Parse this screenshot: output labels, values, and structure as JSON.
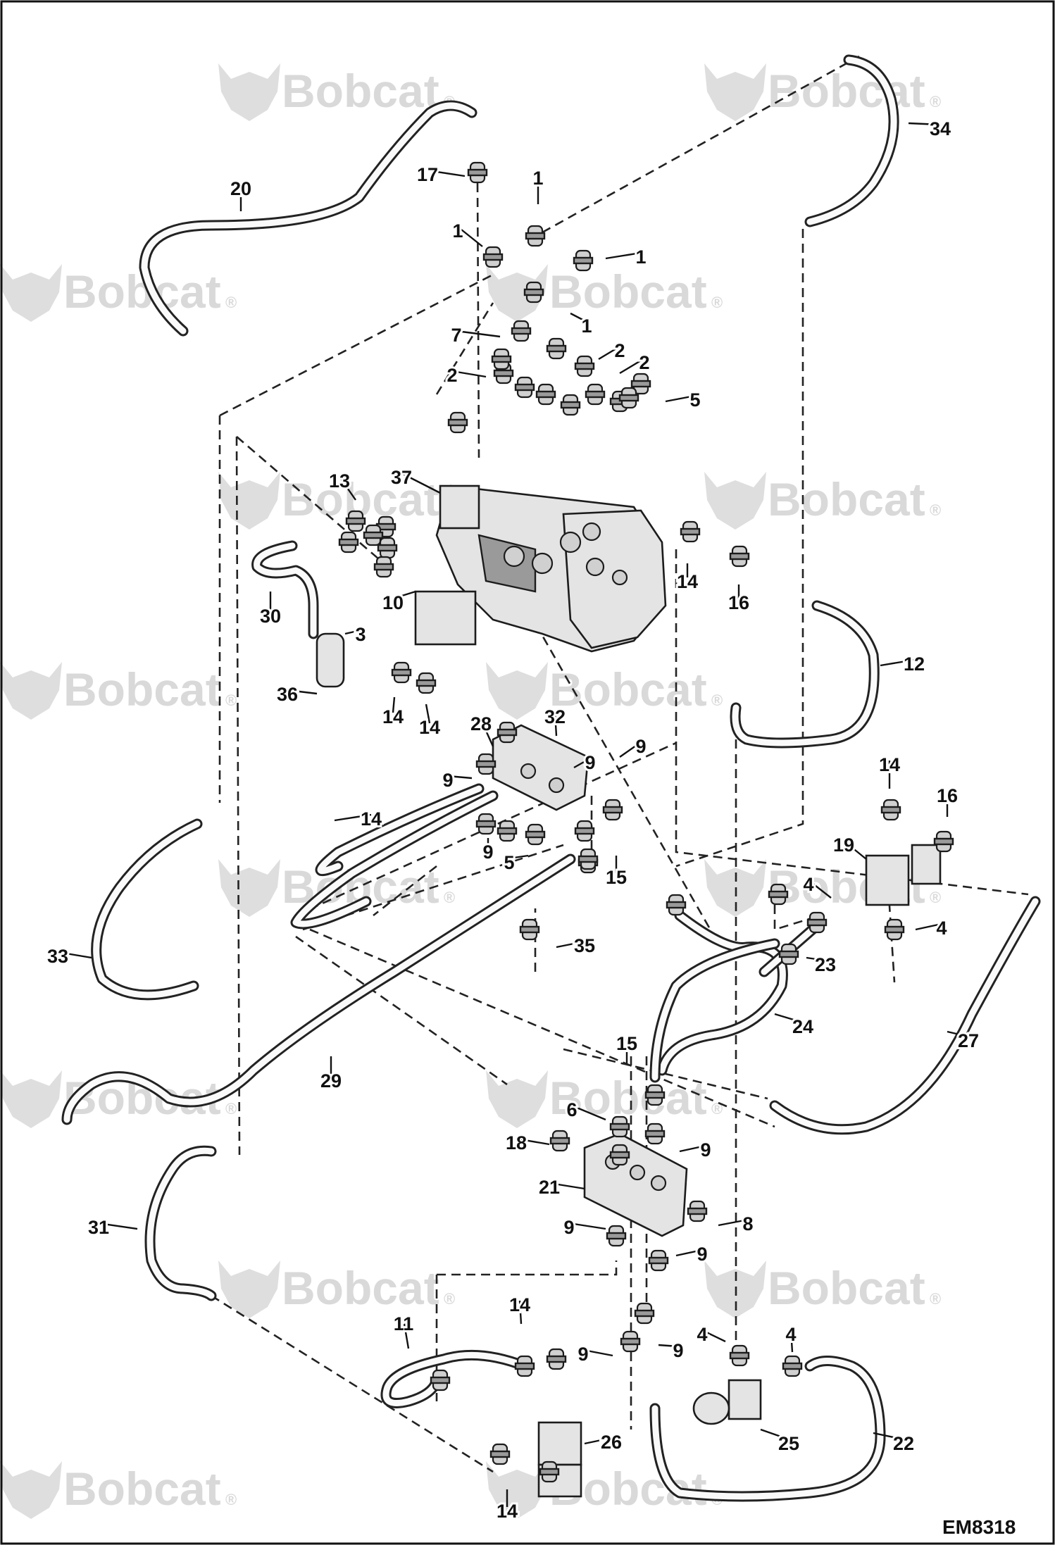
{
  "diagram": {
    "figure_code": "EM8318",
    "watermark": {
      "brand": "Bobcat",
      "mark": "®"
    },
    "callouts": [
      {
        "id": "c20",
        "label": "20"
      },
      {
        "id": "c17",
        "label": "17"
      },
      {
        "id": "c34",
        "label": "34"
      },
      {
        "id": "c1a",
        "label": "1"
      },
      {
        "id": "c1b",
        "label": "1"
      },
      {
        "id": "c1c",
        "label": "1"
      },
      {
        "id": "c1d",
        "label": "1"
      },
      {
        "id": "c7",
        "label": "7"
      },
      {
        "id": "c2a",
        "label": "2"
      },
      {
        "id": "c2b",
        "label": "2"
      },
      {
        "id": "c2c",
        "label": "2"
      },
      {
        "id": "c5a",
        "label": "5"
      },
      {
        "id": "c37",
        "label": "37"
      },
      {
        "id": "c13",
        "label": "13"
      },
      {
        "id": "c30",
        "label": "30"
      },
      {
        "id": "c10",
        "label": "10"
      },
      {
        "id": "c3",
        "label": "3"
      },
      {
        "id": "c36",
        "label": "36"
      },
      {
        "id": "c14a",
        "label": "14"
      },
      {
        "id": "c16a",
        "label": "16"
      },
      {
        "id": "c12",
        "label": "12"
      },
      {
        "id": "c14b",
        "label": "14"
      },
      {
        "id": "c14c",
        "label": "14"
      },
      {
        "id": "c28",
        "label": "28"
      },
      {
        "id": "c32",
        "label": "32"
      },
      {
        "id": "c9a",
        "label": "9"
      },
      {
        "id": "c9b",
        "label": "9"
      },
      {
        "id": "c9c",
        "label": "9"
      },
      {
        "id": "c14d",
        "label": "14"
      },
      {
        "id": "c9d",
        "label": "9"
      },
      {
        "id": "c5b",
        "label": "5"
      },
      {
        "id": "c15a",
        "label": "15"
      },
      {
        "id": "c14e",
        "label": "14"
      },
      {
        "id": "c16b",
        "label": "16"
      },
      {
        "id": "c19",
        "label": "19"
      },
      {
        "id": "c4a",
        "label": "4"
      },
      {
        "id": "c4b",
        "label": "4"
      },
      {
        "id": "c33",
        "label": "33"
      },
      {
        "id": "c35",
        "label": "35"
      },
      {
        "id": "c23",
        "label": "23"
      },
      {
        "id": "c24",
        "label": "24"
      },
      {
        "id": "c27",
        "label": "27"
      },
      {
        "id": "c29",
        "label": "29"
      },
      {
        "id": "c15b",
        "label": "15"
      },
      {
        "id": "c6",
        "label": "6"
      },
      {
        "id": "c18",
        "label": "18"
      },
      {
        "id": "c9e",
        "label": "9"
      },
      {
        "id": "c21",
        "label": "21"
      },
      {
        "id": "c31",
        "label": "31"
      },
      {
        "id": "c9f",
        "label": "9"
      },
      {
        "id": "c8",
        "label": "8"
      },
      {
        "id": "c9g",
        "label": "9"
      },
      {
        "id": "c11",
        "label": "11"
      },
      {
        "id": "c14f",
        "label": "14"
      },
      {
        "id": "c9h",
        "label": "9"
      },
      {
        "id": "c9i",
        "label": "9"
      },
      {
        "id": "c4c",
        "label": "4"
      },
      {
        "id": "c4d",
        "label": "4"
      },
      {
        "id": "c26",
        "label": "26"
      },
      {
        "id": "c25",
        "label": "25"
      },
      {
        "id": "c22",
        "label": "22"
      },
      {
        "id": "c14g",
        "label": "14"
      }
    ]
  }
}
